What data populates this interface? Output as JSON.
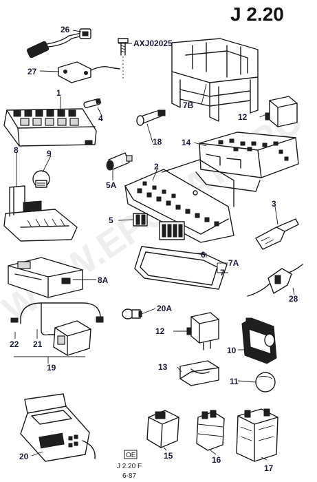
{
  "title": "J 2.20",
  "watermark": "WWW.EPCDATA.RU",
  "ref_code": "AXJ02025",
  "labels": {
    "p1": "1",
    "p2": "2",
    "p3": "3",
    "p4": "4",
    "p5": "5",
    "p5a": "5A",
    "p6": "6",
    "p7": "7",
    "p7a": "7A",
    "p7b": "7B",
    "p8": "8",
    "p8a": "8A",
    "p9": "9",
    "p10": "10",
    "p11": "11",
    "p12a": "12",
    "p12b": "12",
    "p13": "13",
    "p14": "14",
    "p15": "15",
    "p16": "16",
    "p17": "17",
    "p18": "18",
    "p19": "19",
    "p20": "20",
    "p20a": "20A",
    "p21": "21",
    "p22": "22",
    "p26": "26",
    "p27": "27",
    "p28": "28"
  },
  "footer": {
    "logo": "OE",
    "code": "J  2.20  F",
    "date": "6-87"
  }
}
